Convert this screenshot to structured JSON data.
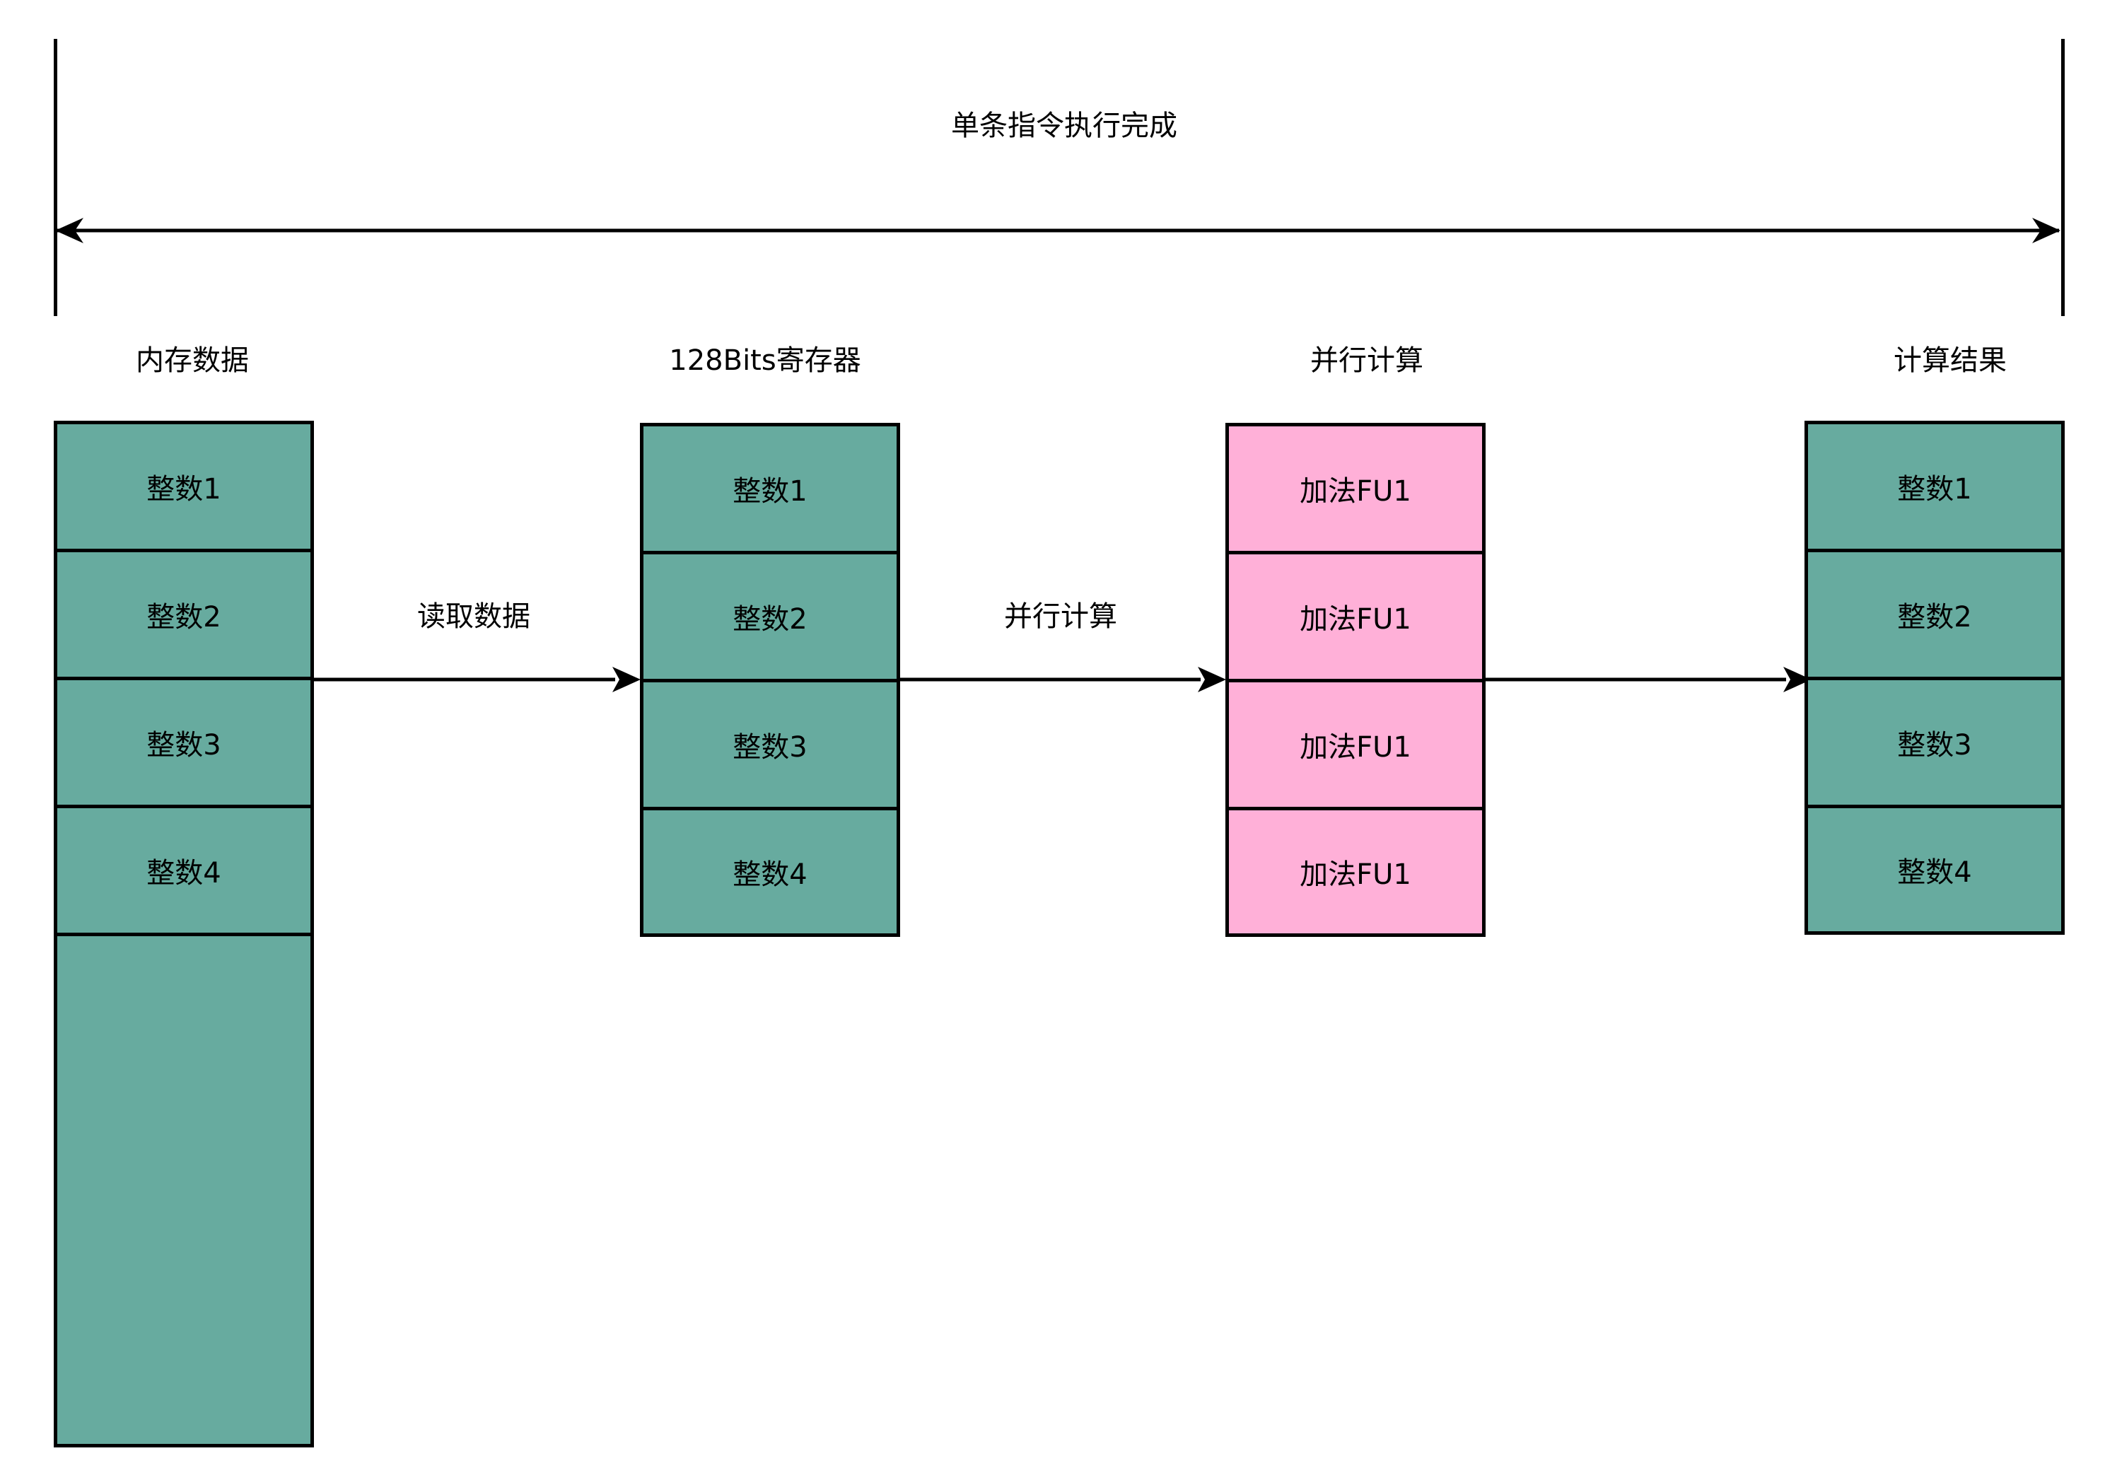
{
  "title": "单条指令执行完成",
  "colors": {
    "teal": "#67ab9f",
    "pink": "#ffb0d8",
    "line": "#000000"
  },
  "columns": [
    {
      "header": "内存数据",
      "cells": [
        "整数1",
        "整数2",
        "整数3",
        "整数4"
      ]
    },
    {
      "header": "128Bits寄存器",
      "cells": [
        "整数1",
        "整数2",
        "整数3",
        "整数4"
      ]
    },
    {
      "header": "并行计算",
      "cells": [
        "加法FU1",
        "加法FU1",
        "加法FU1",
        "加法FU1"
      ]
    },
    {
      "header": "计算结果",
      "cells": [
        "整数1",
        "整数2",
        "整数3",
        "整数4"
      ]
    }
  ],
  "arrows": {
    "read_label": "读取数据",
    "compute_label": "并行计算"
  }
}
